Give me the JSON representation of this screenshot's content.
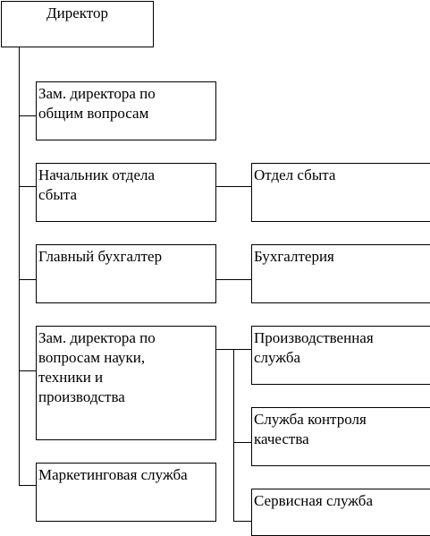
{
  "root": {
    "label": "Директор"
  },
  "left_column": [
    {
      "key": "deputy_general",
      "label": "Зам. директора по\nобщим вопросам"
    },
    {
      "key": "sales_head",
      "label": "Начальник отдела\nсбыта"
    },
    {
      "key": "chief_accountant",
      "label": "Главный бухгалтер"
    },
    {
      "key": "deputy_science",
      "label": "Зам. директора по\nвопросам науки,\nтехники и\nпроизводства"
    },
    {
      "key": "marketing",
      "label": "Маркетинговая служба"
    }
  ],
  "right_column": [
    {
      "key": "sales_dept",
      "label": "Отдел сбыта"
    },
    {
      "key": "accounting",
      "label": "Бухгалтерия"
    },
    {
      "key": "production",
      "label": "Производственная\nслужба"
    },
    {
      "key": "quality",
      "label": "Служба контроля\nкачества"
    },
    {
      "key": "service",
      "label": "Сервисная служба"
    }
  ]
}
